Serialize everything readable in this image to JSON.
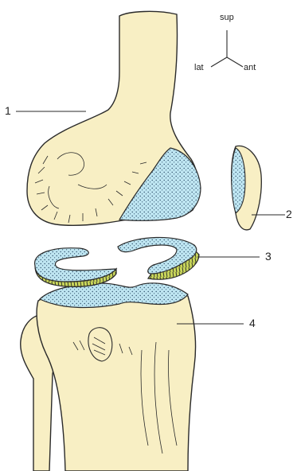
{
  "orientation": {
    "sup": "sup",
    "lat": "lat",
    "ant": "ant"
  },
  "labels": {
    "femur": "1",
    "patella": "2",
    "menisci": "3",
    "tibia": "4"
  },
  "colors": {
    "bone": "#f8efc4",
    "cartilage": "#bfe6f2",
    "meniscus_edge": "#c9d65a",
    "outline": "#2a2a2a"
  }
}
